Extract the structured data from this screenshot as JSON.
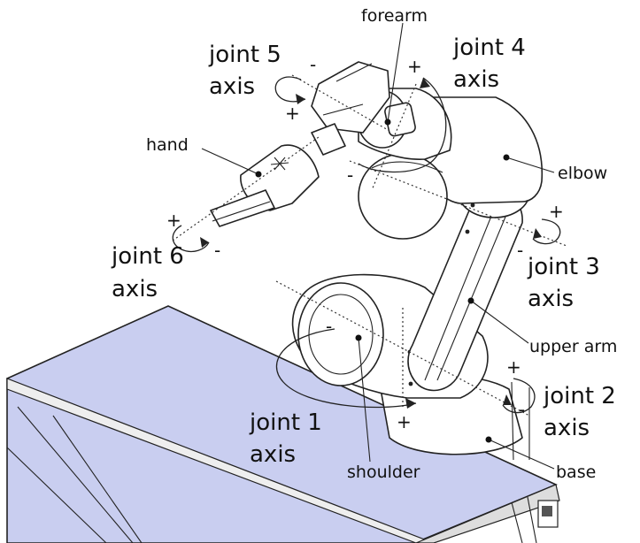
{
  "labels": {
    "forearm": "forearm",
    "hand": "hand",
    "elbow": "elbow",
    "upper_arm": "upper arm",
    "shoulder": "shoulder",
    "base": "base",
    "joint1_line1": "joint 1",
    "joint1_line2": "axis",
    "joint2_line1": "joint 2",
    "joint2_line2": "axis",
    "joint3_line1": "joint 3",
    "joint3_line2": "axis",
    "joint4_line1": "joint 4",
    "joint4_line2": "axis",
    "joint5_line1": "joint 5",
    "joint5_line2": "axis",
    "joint6_line1": "joint 6",
    "joint6_line2": "axis"
  },
  "signs": {
    "plus": "+",
    "minus": "-"
  },
  "colors": {
    "table_top": "#c9cef0",
    "hand_gray": "#9a9a9a",
    "outline": "#222222"
  }
}
